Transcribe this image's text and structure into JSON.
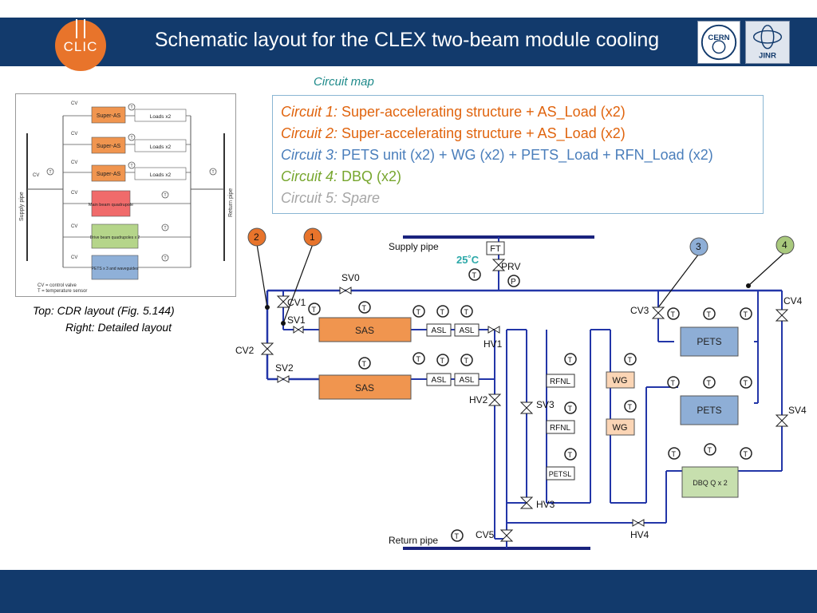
{
  "title": "Schematic layout for the CLEX two-beam module cooling",
  "logos": {
    "clic": "CLIC",
    "cern": "CERN",
    "jinr": "JINR"
  },
  "circuit_map_label": "Circuit map",
  "circuits": [
    {
      "name": "Circuit 1:",
      "desc": " Super-accelerating structure + AS_Load (x2)",
      "color": "#e0640e"
    },
    {
      "name": "Circuit 2:",
      "desc": " Super-accelerating structure + AS_Load (x2)",
      "color": "#e0640e"
    },
    {
      "name": "Circuit 3:",
      "desc": " PETS unit (x2) + WG (x2) + PETS_Load + RFN_Load (x2)",
      "color": "#4a7ebb"
    },
    {
      "name": "Circuit 4:",
      "desc": " DBQ (x2)",
      "color": "#77a62e"
    },
    {
      "name": "Circuit 5: Spare",
      "desc": "",
      "color": "#a6a6a6"
    }
  ],
  "captions": {
    "top": "Top: CDR layout (Fig. 5.144)",
    "right": "Right: Detailed layout"
  },
  "cdr": {
    "supply": "Supply pipe",
    "return": "Return pipe",
    "cv": "CV",
    "t": "T",
    "blocks": [
      "Super-AS",
      "Super-AS",
      "Super-AS",
      "Main beam quadrupole",
      "Drive beam quadrupoles x 2",
      "PETS x 3 and waveguides"
    ],
    "loads": "Loads x2",
    "legend1": "CV = control valve",
    "legend2": "T = temperature sensor"
  },
  "schematic": {
    "supply_pipe": "Supply pipe",
    "return_pipe": "Return pipe",
    "temp": "25˚C",
    "ft": "FT",
    "prv": "PRV",
    "p": "P",
    "t": "T",
    "markers": [
      "1",
      "2",
      "3",
      "4"
    ],
    "valves": [
      "SV0",
      "CV1",
      "SV1",
      "CV2",
      "SV2",
      "HV1",
      "HV2",
      "SV3",
      "HV3",
      "CV5",
      "HV4",
      "CV3",
      "CV4",
      "SV4"
    ],
    "sas": "SAS",
    "asl": "ASL",
    "rfnl": "RFNL",
    "petsl": "PETSL",
    "wg": "WG",
    "pets": "PETS",
    "dbq": "DBQ Q x 2"
  }
}
